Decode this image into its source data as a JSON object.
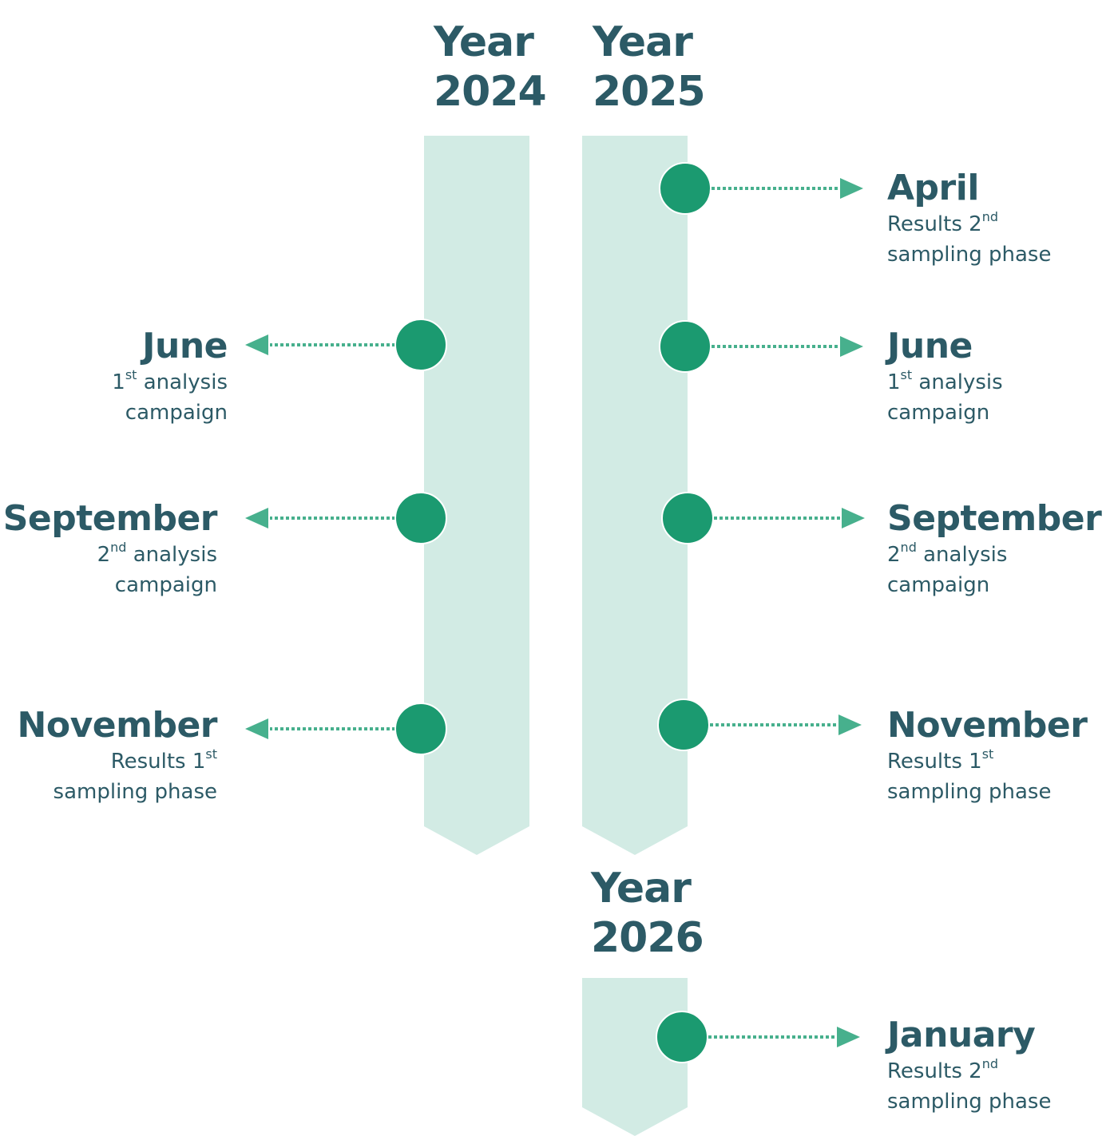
{
  "colors": {
    "band": "#d2ebe4",
    "dot": "#1b9a70",
    "arrow": "#47b08d",
    "text": "#2c5a66"
  },
  "years": [
    {
      "line1": "Year",
      "line2": "2024"
    },
    {
      "line1": "Year",
      "line2": "2025"
    },
    {
      "line1": "Year",
      "line2": "2026"
    }
  ],
  "events": [
    {
      "year": "2024",
      "month": "June",
      "num": "1",
      "sup": "st",
      "rest": " analysis",
      "line2": "campaign"
    },
    {
      "year": "2024",
      "month": "September",
      "num": "2",
      "sup": "nd",
      "rest": " analysis",
      "line2": "campaign"
    },
    {
      "year": "2024",
      "month": "November",
      "num": "Results 1",
      "sup": "st",
      "rest": "",
      "line2": "sampling phase"
    },
    {
      "year": "2025",
      "month": "April",
      "num": "Results 2",
      "sup": "nd",
      "rest": "",
      "line2": "sampling phase"
    },
    {
      "year": "2025",
      "month": "June",
      "num": "1",
      "sup": "st",
      "rest": " analysis",
      "line2": "campaign"
    },
    {
      "year": "2025",
      "month": "September",
      "num": "2",
      "sup": "nd",
      "rest": " analysis",
      "line2": "campaign"
    },
    {
      "year": "2025",
      "month": "November",
      "num": "Results 1",
      "sup": "st",
      "rest": "",
      "line2": "sampling phase"
    },
    {
      "year": "2026",
      "month": "January",
      "num": "Results 2",
      "sup": "nd",
      "rest": "",
      "line2": "sampling phase"
    }
  ]
}
